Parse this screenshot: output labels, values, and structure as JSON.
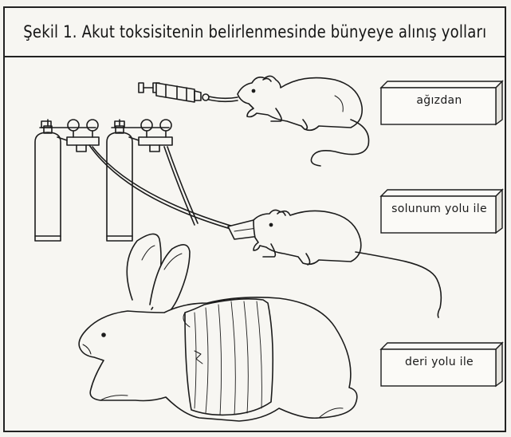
{
  "figure": {
    "title": "Şekil 1. Akut toksisitenin belirlenmesinde bünyeye alınış yolları",
    "labels": {
      "oral": "ağızdan",
      "inhalation": "solunum yolu ile",
      "dermal": "deri yolu ile"
    }
  }
}
